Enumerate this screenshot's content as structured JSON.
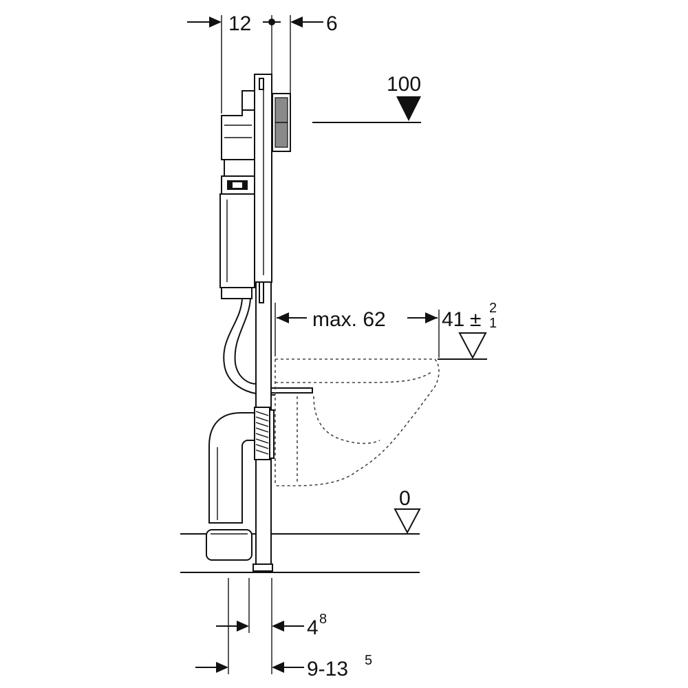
{
  "dimensions": {
    "top_left": "12",
    "top_right": "6",
    "actuator_height": "100",
    "projection": "max. 62",
    "seat_height_base": "41",
    "seat_height_tol_sign": "±",
    "seat_height_tol_upper": "2",
    "seat_height_tol_lower": "1",
    "floor_level": "0",
    "bottom_upper_base": "4",
    "bottom_upper_sup": "8",
    "bottom_lower_base": "9-13",
    "bottom_lower_sup": "5"
  }
}
